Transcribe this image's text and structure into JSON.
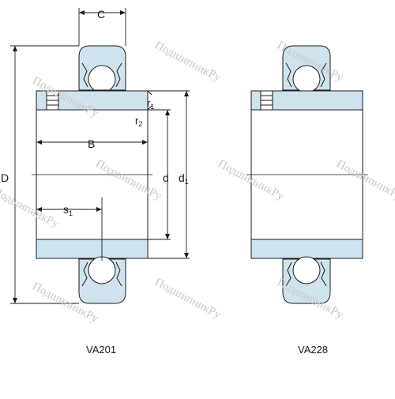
{
  "labels": {
    "dim_C": "C",
    "dim_r1_base": "r",
    "dim_r1_sub": "1",
    "dim_r2_base": "r",
    "dim_r2_sub": "2",
    "dim_B": "B",
    "dim_D": "D",
    "dim_d": "d",
    "dim_d1_base": "d",
    "dim_d1_sub": "1",
    "dim_s1_base": "s",
    "dim_s1_sub": "1"
  },
  "captions": {
    "left": "VA201",
    "right": "VA228"
  },
  "watermark": {
    "text": "ПодшипникРу"
  },
  "colors": {
    "bearing_fill": "#cfe3ee",
    "line": "#1a1a1a",
    "watermark": "#c9c9c9"
  }
}
